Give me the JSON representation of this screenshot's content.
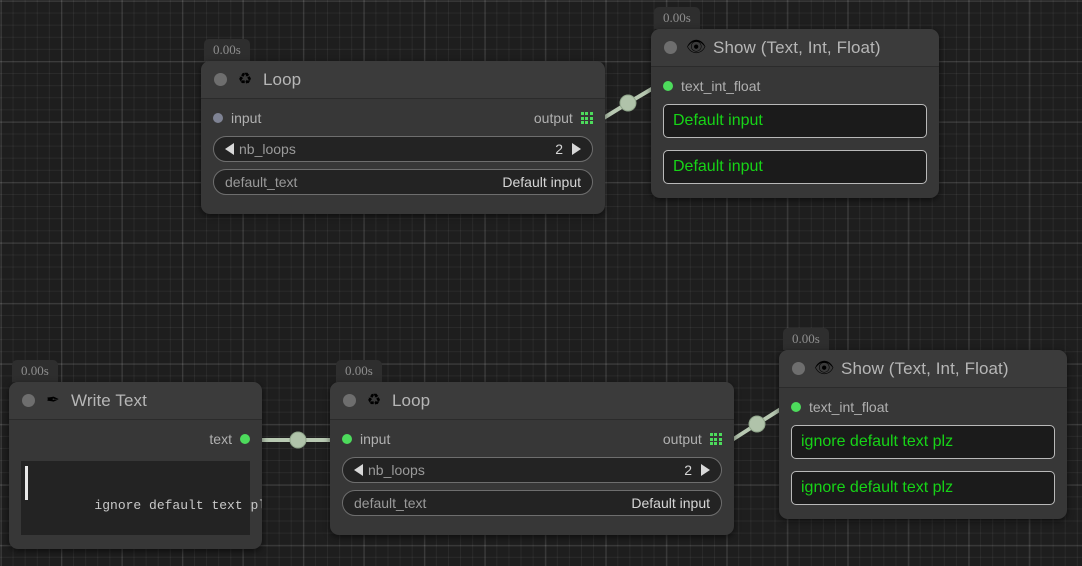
{
  "canvas": {
    "grid": true,
    "background_color": "#1e1e1e"
  },
  "colors": {
    "node_body": "#373737",
    "node_header": "#3b3b3b",
    "port_connected": "#4ddb5c",
    "port_unconnected": "#7f8394",
    "value_text": "#17d417",
    "wire": "#b8c9b2"
  },
  "nodes": [
    {
      "id": "loop-top",
      "time_badge": "0.00s",
      "icon": "recycle-icon",
      "icon_glyph": "♻",
      "title": "Loop",
      "input_port": {
        "label": "input",
        "connected": false
      },
      "output_port": {
        "label": "output",
        "icon": "list-grid-icon"
      },
      "fields": [
        {
          "name": "nb_loops",
          "value": "2",
          "stepper": true
        },
        {
          "name": "default_text",
          "value": "Default input",
          "stepper": false
        }
      ]
    },
    {
      "id": "show-top",
      "time_badge": "0.00s",
      "icon": "eye-icon",
      "icon_glyph": "👁",
      "title": "Show (Text, Int, Float)",
      "input_port": {
        "label": "text_int_float",
        "connected": true
      },
      "values": [
        "Default input",
        "Default input"
      ]
    },
    {
      "id": "write-text",
      "time_badge": "0.00s",
      "icon": "pen-nib-icon",
      "icon_glyph": "✒",
      "title": "Write Text",
      "output_port": {
        "label": "text",
        "connected": true
      },
      "text_value": "ignore default text plz"
    },
    {
      "id": "loop-bottom",
      "time_badge": "0.00s",
      "icon": "recycle-icon",
      "icon_glyph": "♻",
      "title": "Loop",
      "input_port": {
        "label": "input",
        "connected": true
      },
      "output_port": {
        "label": "output",
        "icon": "list-grid-icon"
      },
      "fields": [
        {
          "name": "nb_loops",
          "value": "2",
          "stepper": true
        },
        {
          "name": "default_text",
          "value": "Default input",
          "stepper": false
        }
      ]
    },
    {
      "id": "show-bottom",
      "time_badge": "0.00s",
      "icon": "eye-icon",
      "icon_glyph": "👁",
      "title": "Show (Text, Int, Float)",
      "input_port": {
        "label": "text_int_float",
        "connected": true
      },
      "values": [
        "ignore default text plz",
        "ignore default text plz"
      ]
    }
  ]
}
